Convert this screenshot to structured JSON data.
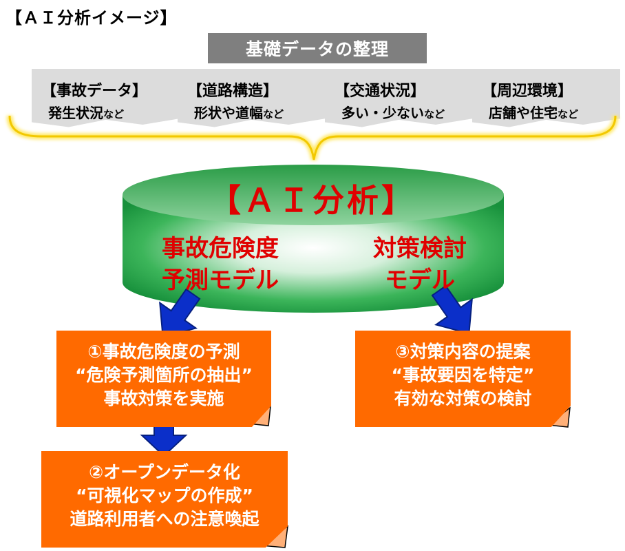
{
  "page_title": "【ＡＩ分析イメージ】",
  "header": {
    "label": "基礎データの整理"
  },
  "data_cards": [
    {
      "title": "【事故データ】",
      "desc": "発生状況",
      "suffix": "など"
    },
    {
      "title": "【道路構造】",
      "desc": "形状や道幅",
      "suffix": "など"
    },
    {
      "title": "【交通状況】",
      "desc": "多い・少ない",
      "suffix": "など"
    },
    {
      "title": "【周辺環境】",
      "desc": "店舗や住宅",
      "suffix": "など"
    }
  ],
  "ai": {
    "title": "【ＡＩ分析】",
    "model_left": [
      "事故危険度",
      "予測モデル"
    ],
    "model_right": [
      "対策検討",
      "モデル"
    ]
  },
  "outputs": {
    "box1": [
      "①事故危険度の予測",
      "“危険予測箇所の抽出”",
      "事故対策を実施"
    ],
    "box2": [
      "②オープンデータ化",
      "“可視化マップの作成”",
      "道路利用者への注意喚起"
    ],
    "box3": [
      "③対策内容の提案",
      "“事故要因を特定”",
      "有効な対策の検討"
    ]
  },
  "colors": {
    "header_bg": "#7f7f7f",
    "card_bg": "#dcdcdc",
    "brace": "#ffd700",
    "cylinder": "#22a84a",
    "model_text": "#e00000",
    "output_bg": "#ff6a00",
    "arrow": "#0b2fc9"
  }
}
